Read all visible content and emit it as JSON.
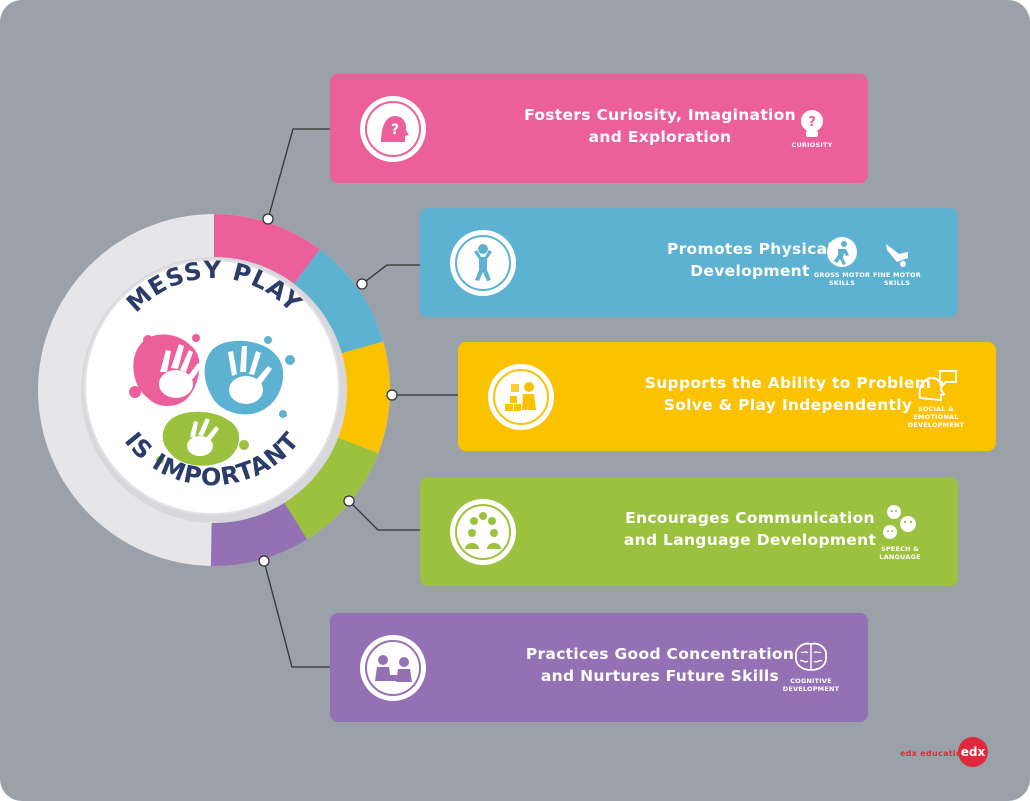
{
  "title": {
    "line1": "MESSY PLAY",
    "line2": "IS IMPORTANT"
  },
  "colors": {
    "background": "#9aa1a9",
    "pink": "#eb609b",
    "blue": "#5cb2d0",
    "yellow": "#fbc200",
    "green": "#9bc13e",
    "purple": "#9470b4",
    "title_text": "#2b3b6a"
  },
  "cards": [
    {
      "title": "Fosters Curiosity, Imagination\nand Exploration",
      "icon": "curiosity-head-icon",
      "tags": [
        {
          "label": "CURIOSITY",
          "icon": "question-head-icon"
        }
      ]
    },
    {
      "title": "Promotes Physical\nDevelopment",
      "icon": "jumping-child-icon",
      "tags": [
        {
          "label": "GROSS MOTOR\nSKILLS",
          "icon": "running-figure-icon"
        },
        {
          "label": "FINE MOTOR\nSKILLS",
          "icon": "pinching-hand-icon"
        }
      ]
    },
    {
      "title": "Supports the Ability to Problem\nSolve & Play Independently",
      "icon": "child-building-blocks-icon",
      "tags": [
        {
          "label": "SOCIAL &\nEMOTIONAL\nDEVELOPMENT",
          "icon": "speaking-head-icon"
        }
      ]
    },
    {
      "title": "Encourages Communication\nand Language Development",
      "icon": "children-chatting-icon",
      "tags": [
        {
          "label": "SPEECH &\nLANGUAGE",
          "icon": "smiley-faces-icon"
        }
      ]
    },
    {
      "title": "Practices Good Concentration\nand Nurtures Future Skills",
      "icon": "children-playing-icon",
      "tags": [
        {
          "label": "COGNITIVE\nDEVELOPMENT",
          "icon": "brain-icon"
        }
      ]
    }
  ],
  "brand": {
    "text": "edx education",
    "badge": "edx"
  }
}
